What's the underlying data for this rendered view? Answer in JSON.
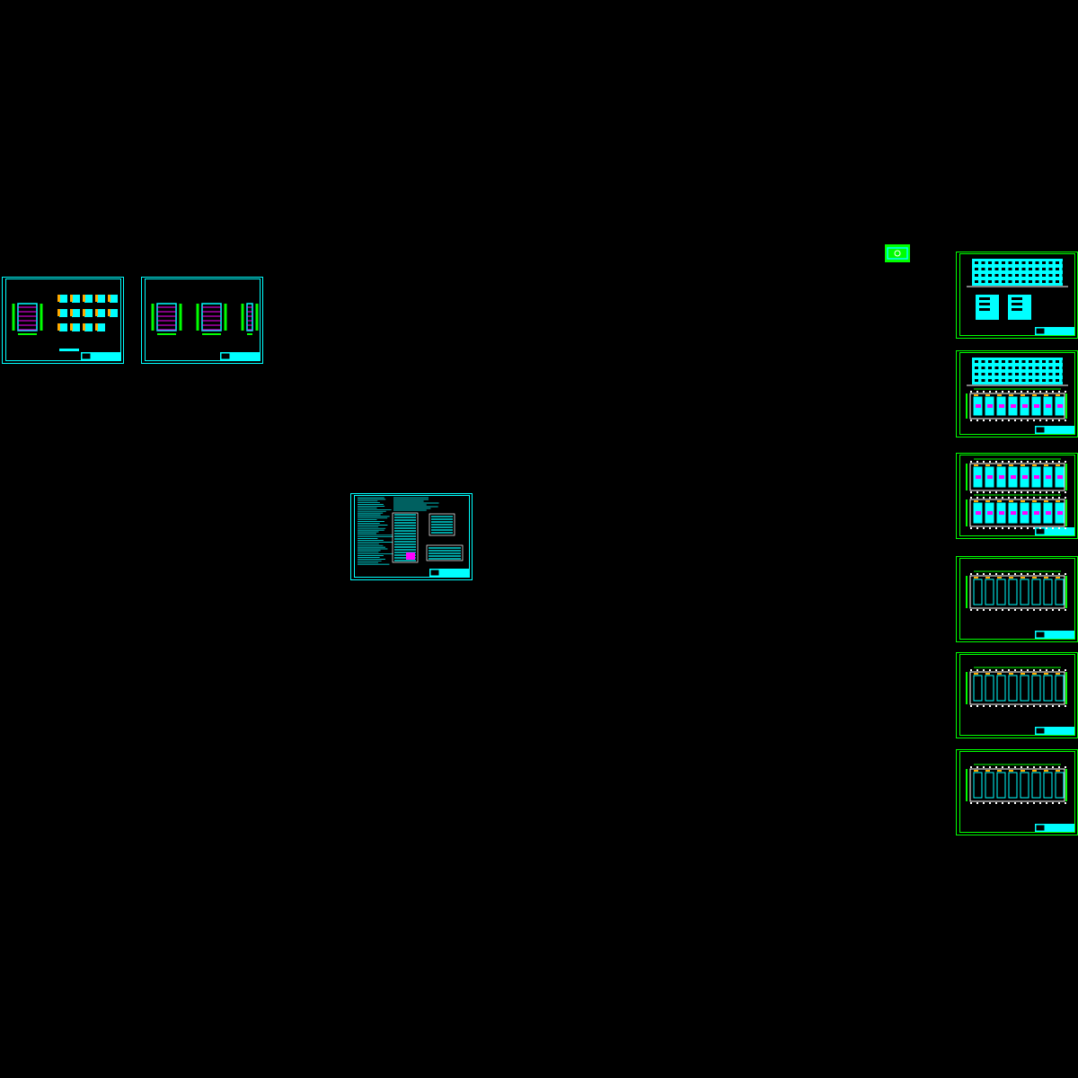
{
  "canvas": {
    "background": "#000000"
  },
  "colors": {
    "frame_cyan": "#00ffff",
    "frame_green": "#00ff00",
    "magenta": "#ff00ff",
    "yellow": "#ffff00",
    "orange": "#ffaa00",
    "white": "#ffffff"
  },
  "sheets": [
    {
      "kind": "detail-sheet",
      "frame": "cyan"
    },
    {
      "kind": "section-sheet",
      "frame": "cyan"
    },
    {
      "kind": "notes-sheet",
      "frame": "cyan"
    },
    {
      "kind": "elevation-sheet",
      "frame": "green"
    },
    {
      "kind": "elevation-plan-sheet",
      "frame": "green"
    },
    {
      "kind": "plan-sheet",
      "frame": "green"
    },
    {
      "kind": "plan-sheet",
      "frame": "green"
    },
    {
      "kind": "plan-sheet",
      "frame": "green"
    },
    {
      "kind": "plan-sheet",
      "frame": "green"
    }
  ]
}
